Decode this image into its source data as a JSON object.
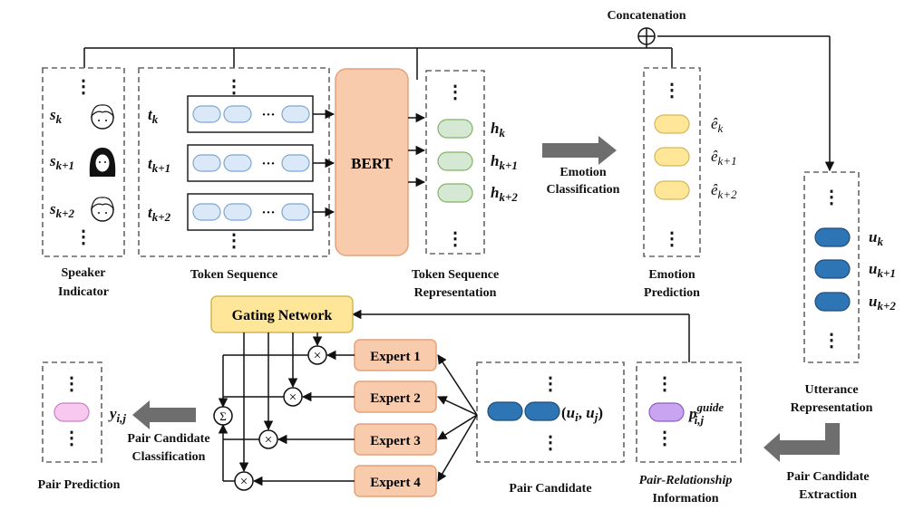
{
  "labels": {
    "concatenation": "Concatenation",
    "bert": "BERT",
    "emotion_classification": [
      "Emotion",
      "Classification"
    ],
    "speaker_indicator": [
      "Speaker",
      "Indicator"
    ],
    "token_sequence": "Token Sequence",
    "token_sequence_representation": [
      "Token Sequence",
      "Representation"
    ],
    "emotion_prediction": [
      "Emotion",
      "Prediction"
    ],
    "utterance_representation": [
      "Utterance",
      "Representation"
    ],
    "gating_network": "Gating Network",
    "experts": [
      "Expert 1",
      "Expert 2",
      "Expert 3",
      "Expert 4"
    ],
    "pair_candidate_classification": [
      "Pair Candidate",
      "Classification"
    ],
    "pair_prediction": "Pair Prediction",
    "pair_candidate": "Pair Candidate",
    "pair_relationship_information": [
      "Pair-Relationship",
      "Information"
    ],
    "pair_candidate_extraction": [
      "Pair Candidate",
      "Extraction"
    ]
  },
  "math": {
    "speakers": [
      {
        "base": "s",
        "sub": "k"
      },
      {
        "base": "s",
        "sub": "k+1"
      },
      {
        "base": "s",
        "sub": "k+2"
      }
    ],
    "tokens": [
      {
        "base": "t",
        "sub": "k"
      },
      {
        "base": "t",
        "sub": "k+1"
      },
      {
        "base": "t",
        "sub": "k+2"
      }
    ],
    "hidden": [
      {
        "base": "h",
        "sub": "k"
      },
      {
        "base": "h",
        "sub": "k+1"
      },
      {
        "base": "h",
        "sub": "k+2"
      }
    ],
    "emotions": [
      {
        "base": "ê",
        "sub": "k"
      },
      {
        "base": "ê",
        "sub": "k+1"
      },
      {
        "base": "ê",
        "sub": "k+2"
      }
    ],
    "utterances": [
      {
        "base": "u",
        "sub": "k"
      },
      {
        "base": "u",
        "sub": "k+1"
      },
      {
        "base": "u",
        "sub": "k+2"
      }
    ],
    "pair_output": {
      "base": "y",
      "sub": "i,j"
    },
    "pair_candidate": "(u_i, u_j)",
    "guide": {
      "base": "p",
      "sub": "i,j",
      "sup": "guide"
    }
  },
  "symbols": {
    "concat": "⊕",
    "multiply": "×",
    "sum": "Σ",
    "dots": "⋮",
    "hdots": "···"
  },
  "colors": {
    "bert": "#F8CBAD",
    "bert_stroke": "#E4A27C",
    "expert": "#F8CBAD",
    "gating": "#FFE699",
    "gating_stroke": "#D6B656",
    "token": "#DAE8F8",
    "token_stroke": "#7EA6D0",
    "hidden": "#D5E8D4",
    "hidden_stroke": "#82B366",
    "emotion": "#FFE699",
    "emotion_stroke": "#D6B656",
    "utterance": "#2E75B6",
    "utterance_stroke": "#1F4E79",
    "output": "#F8C8F0",
    "output_stroke": "#C880C0",
    "guide": "#C9A4F0",
    "guide_stroke": "#8A5FBF",
    "arrow_gray": "#6E6E6E"
  }
}
